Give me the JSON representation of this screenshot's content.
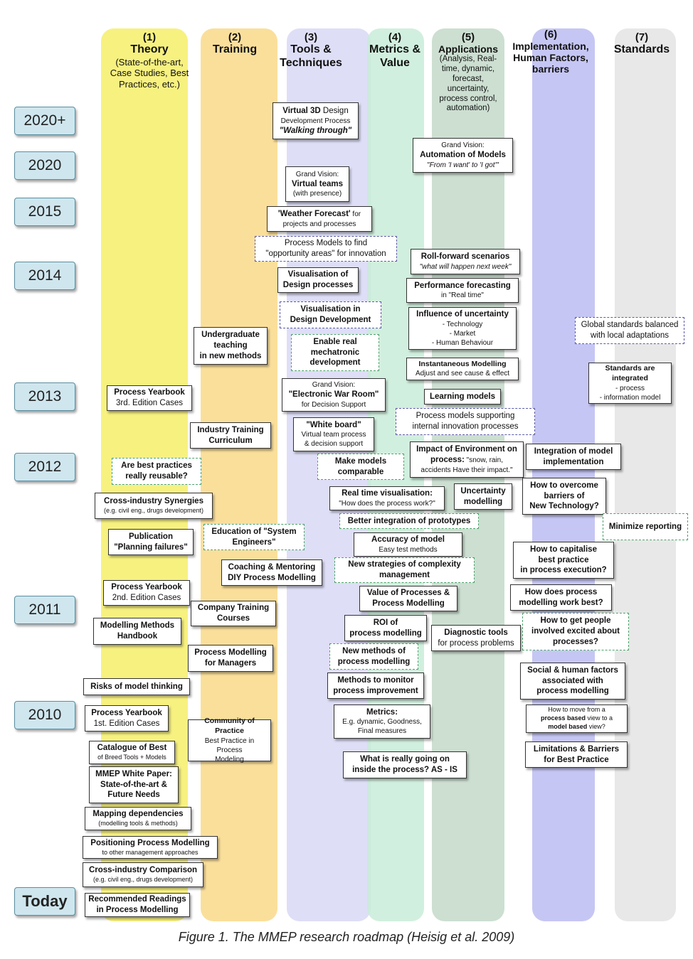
{
  "colors": {
    "theory_band": "#f6ef6a",
    "training_band": "#f9d98a",
    "tools_band": "#d8d8f6",
    "metrics_band": "#c9ecd8",
    "applications_band": "#c3d9c9",
    "implementation_band": "#bcbcf2",
    "standards_band": "#e4e4e4",
    "year_fill": "#cfe6ee"
  },
  "columns": {
    "theory": {
      "num": "(1)",
      "title": "Theory",
      "sub1": "(State-of-the-art,",
      "sub2": "Case Studies, Best",
      "sub3": "Practices, etc.)"
    },
    "training": {
      "num": "(2)",
      "title": "Training"
    },
    "tools": {
      "num": "(3)",
      "title1": "Tools &",
      "title2": "Techniques"
    },
    "metrics": {
      "num": "(4)",
      "title1": "Metrics &",
      "title2": "Value"
    },
    "applications": {
      "num": "(5)",
      "title": "Applications",
      "sub1": "(Analysis, Real-",
      "sub2": "time, dynamic,",
      "sub3": "forecast,",
      "sub4": "uncertainty,",
      "sub5": "process control,",
      "sub6": "automation)"
    },
    "implementation": {
      "num": "(6)",
      "title1": "Implementation,",
      "title2": "Human Factors,",
      "title3": "barriers"
    },
    "standards": {
      "num": "(7)",
      "title": "Standards"
    }
  },
  "years": [
    "2020+",
    "2020",
    "2015",
    "2014",
    "2013",
    "2012",
    "2011",
    "2010",
    "Today"
  ],
  "boxes": {
    "virtual3d": {
      "b1": "Virtual 3D",
      "n1": " Design",
      "n2": "Development Process",
      "bi": "\"Walking through\""
    },
    "autom": {
      "s": "Grand Vision:",
      "t": "Automation of Models",
      "i": "\"From 'I want' to 'I got'\""
    },
    "vteams": {
      "s": "Grand Vision:",
      "t": "Virtual teams",
      "s2": "(with presence)"
    },
    "weather": {
      "t": "'Weather Forecast'",
      "n": " for",
      "n2": "projects and processes"
    },
    "opportunity": {
      "l1": "Process Models to find",
      "l2": "\"opportunity areas\" for innovation"
    },
    "rollfwd": {
      "t": "Roll-forward scenarios",
      "i": "\"what will happen next week\""
    },
    "visdesign": {
      "t1": "Visualisation of",
      "t2": "Design processes"
    },
    "perf": {
      "t": "Performance forecasting",
      "s": "in \"Real time\""
    },
    "visdev": {
      "t1": "Visualisation in",
      "t2": "Design Development"
    },
    "uncert": {
      "t": "Influence of uncertainty",
      "s1": "- Technology",
      "s2": "- Market",
      "s3": "- Human Behaviour"
    },
    "global": {
      "l1": "Global standards balanced",
      "l2": "with local adaptations"
    },
    "undergrad": {
      "t1": "Undergraduate",
      "t2": "teaching",
      "t3": "in new methods"
    },
    "mechatronic": {
      "t1": "Enable real",
      "t2": "mechatronic",
      "t3": "development"
    },
    "instant": {
      "t": "Instantaneous Modelling",
      "s": "Adjust and see cause & effect"
    },
    "stdint": {
      "t1": "Standards are",
      "t2": "integrated",
      "s1": "- process",
      "s2": "- information model"
    },
    "yearbook3": {
      "t": "Process Yearbook",
      "s": "3rd. Edition Cases"
    },
    "warroom": {
      "s": "Grand Vision:",
      "t": "\"Electronic War Room\"",
      "s2": "for Decision Support"
    },
    "learning": {
      "t": "Learning models"
    },
    "innovation": {
      "l1": "Process models supporting",
      "l2": "internal innovation processes"
    },
    "indtrain": {
      "t1": "Industry Training",
      "t2": "Curriculum"
    },
    "whiteboard": {
      "t": "\"White board\"",
      "s1": "Virtual team process",
      "s2": "& decision support"
    },
    "environment": {
      "t1": "Impact of Environment on",
      "t2": "process:",
      "n": " \"snow, rain,",
      "n2": "accidents  Have their impact.\""
    },
    "integration": {
      "t1": "Integration of model",
      "t2": "implementation"
    },
    "reusable": {
      "t1": "Are best practices",
      "t2": "really reusable?"
    },
    "comparable": {
      "t1": "Make models",
      "t2": "comparable"
    },
    "crossind": {
      "t": "Cross-industry Synergies",
      "s": "(e.g. civil eng., drugs development)"
    },
    "realtime": {
      "t": "Real time visualisation:",
      "s": "\"How does the process work?\""
    },
    "uncmod": {
      "t1": "Uncertainty",
      "t2": "modelling"
    },
    "overcome": {
      "t1": "How to overcome",
      "t2": "barriers of",
      "t3": "New Technology?"
    },
    "prototypes": {
      "t": "Better integration of prototypes"
    },
    "minimize": {
      "t": "Minimize reporting"
    },
    "publication": {
      "t1": "Publication",
      "t2": "\"Planning failures\""
    },
    "education": {
      "t1": "Education of \"System",
      "t2": "Engineers\""
    },
    "accuracy": {
      "t": "Accuracy of model",
      "s": "Easy test methods"
    },
    "capitalise": {
      "t1": "How to capitalise",
      "t2": "best practice",
      "t3": "in process execution?"
    },
    "complexity": {
      "t1": "New strategies of complexity",
      "t2": "management"
    },
    "coaching": {
      "t1": "Coaching & Mentoring",
      "t2": "DIY Process Modelling"
    },
    "yearbook2": {
      "t1": "Process Yearbook",
      "t2": "2nd. Edition Cases"
    },
    "valueproc": {
      "t1": "Value of Processes &",
      "t2": "Process Modelling"
    },
    "workbest": {
      "t1": "How does process",
      "t2": "modelling work best?"
    },
    "company": {
      "t1": "Company Training",
      "t2": "Courses"
    },
    "handbook": {
      "t1": "Modelling Methods",
      "t2": "Handbook"
    },
    "roi": {
      "t1": "ROI of",
      "t2": "process modelling"
    },
    "diagnostic": {
      "t": "Diagnostic tools",
      "s": "for process problems"
    },
    "excited": {
      "t1": "How to get people",
      "t2": "involved excited about",
      "t3": "processes?"
    },
    "pmmanagers": {
      "t1": "Process Modelling",
      "t2": "for Managers"
    },
    "newmethods": {
      "t1": "New methods of",
      "t2": "process modelling"
    },
    "social": {
      "t1": "Social & human factors",
      "t2": "associated with",
      "t3": "process modelling"
    },
    "risks": {
      "t": "Risks of model thinking"
    },
    "monitor": {
      "t1": "Methods to monitor",
      "t2": "process improvement"
    },
    "yearbook1": {
      "t1": "Process Yearbook",
      "t2": "1st. Edition Cases"
    },
    "community": {
      "t1": "Community of",
      "t2": "Practice",
      "s1": "Best Practice in Process",
      "s2": "Modeling"
    },
    "metricsbox": {
      "t": "Metrics:",
      "s1": "E.g. dynamic, Goodness,",
      "s2": "Final measures"
    },
    "howmove": {
      "l1": "How to move from a",
      "b1": "process based",
      "l2": " view to a",
      "b2": "model based",
      "l3": " view?"
    },
    "catalogue": {
      "t": "Catalogue of Best",
      "s": "of Breed Tools + Models"
    },
    "limitations": {
      "t1": "Limitations & Barriers",
      "t2": "for Best Practice"
    },
    "whitepaper": {
      "t1": "MMEP White Paper:",
      "t2": "State-of-the-art &",
      "t3": "Future Needs"
    },
    "asis": {
      "t1": "What is really going on",
      "t2": "inside the process? AS - IS"
    },
    "mapping": {
      "t": "Mapping dependencies",
      "s": "(modelling tools & methods)"
    },
    "positioning": {
      "t": "Positioning Process Modelling",
      "s": "to other management approaches"
    },
    "crosscomp": {
      "t": "Cross-industry Comparison",
      "s": "(e.g. civil eng., drugs development)"
    },
    "readings": {
      "t1": "Recommended Readings",
      "t2": "in Process Modelling"
    }
  },
  "caption": "Figure 1.  The MMEP research roadmap (Heisig et al. 2009)"
}
